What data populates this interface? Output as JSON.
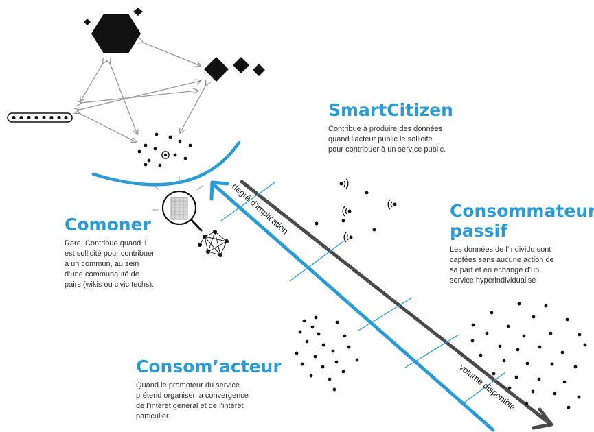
{
  "colors": {
    "accent": "#2b9bd6",
    "dark": "#4a4a4a",
    "ink": "#111111"
  },
  "smartcitizen": {
    "title": "SmartCitizen",
    "desc": "Contribue à produire des données\nquand l’acteur public le sollicite\npour contribuer à un service public."
  },
  "consommateur": {
    "title_line1": "Consommateur",
    "title_line2": "passif",
    "desc": "Les données de l’individu sont\ncaptées sans aucune action de\nsa part et en échange d’un\nservice hyperindividualisé"
  },
  "comoner": {
    "title": "Comoner",
    "desc": "Rare. Contribue quand il\nest sollicité pour contribuer\nà un commun, au sein\nd’une communauté de\npairs (wikis ou civic techs)."
  },
  "consomacteur": {
    "title": "Consom’acteur",
    "desc": "Quand le promoteur du service\nprétend organiser la convergence\nde l’intérêt général et de l’intérêt\nparticulier."
  },
  "axes": {
    "implication": "degré d’implication",
    "volume": "volume disponible"
  }
}
